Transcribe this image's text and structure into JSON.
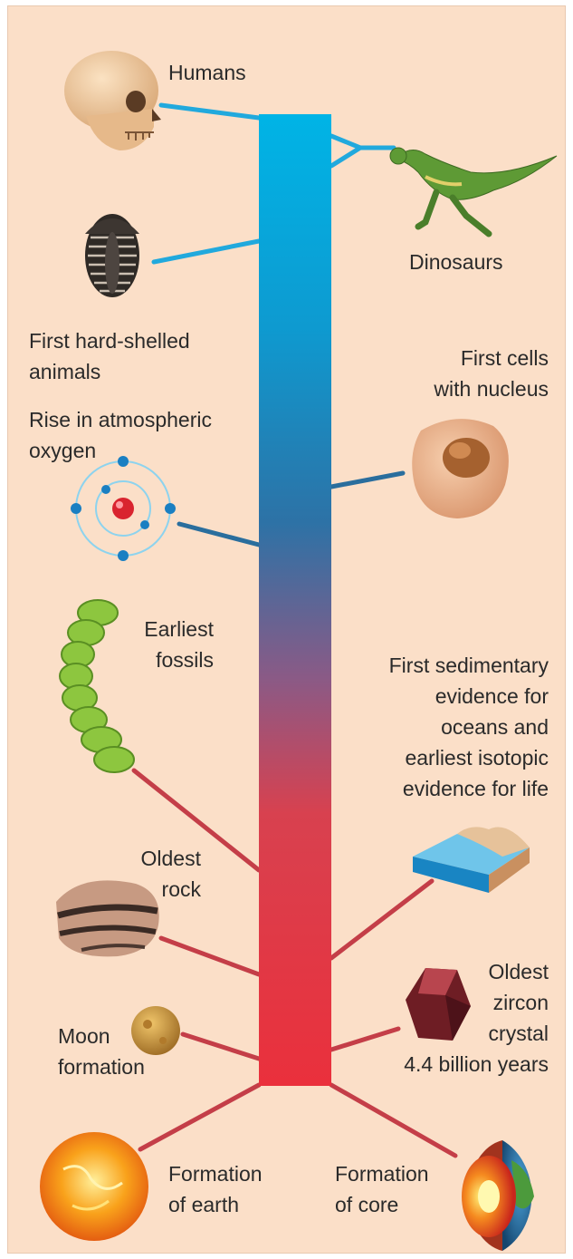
{
  "colors": {
    "background": "#fbdfc8",
    "bar_top": "#00b4e6",
    "bar_mid": "#2d72a6",
    "bar_bottom": "#e8323e",
    "connector_blue": "#21a9dd",
    "connector_red": "#c43e48"
  },
  "events": [
    {
      "id": "humans",
      "label": "Humans",
      "icon": "skull-icon"
    },
    {
      "id": "dinosaurs",
      "label": "Dinosaurs",
      "icon": "dinosaur-icon"
    },
    {
      "id": "hard_shelled",
      "label": "First hard-shelled\nanimals",
      "icon": "trilobite-icon"
    },
    {
      "id": "cells_nucleus",
      "label": "First cells\nwith nucleus",
      "icon": "cell-icon"
    },
    {
      "id": "oxygen",
      "label": "Rise in atmospheric\noxygen",
      "icon": "atom-icon"
    },
    {
      "id": "earliest_fossils",
      "label": "Earliest\nfossils",
      "icon": "fossil-icon"
    },
    {
      "id": "sedimentary",
      "label": "First sedimentary\nevidence for\noceans and\nearliest isotopic\nevidence for life",
      "icon": "ocean-block-icon"
    },
    {
      "id": "oldest_rock",
      "label": "Oldest\nrock",
      "icon": "rock-icon"
    },
    {
      "id": "zircon",
      "label": "Oldest\nzircon\ncrystal\n4.4 billion years",
      "icon": "zircon-crystal-icon"
    },
    {
      "id": "moon",
      "label": "Moon\nformation",
      "icon": "moon-icon"
    },
    {
      "id": "earth",
      "label": "Formation\nof earth",
      "icon": "molten-earth-icon"
    },
    {
      "id": "core",
      "label": "Formation\nof core",
      "icon": "earth-core-icon"
    }
  ]
}
